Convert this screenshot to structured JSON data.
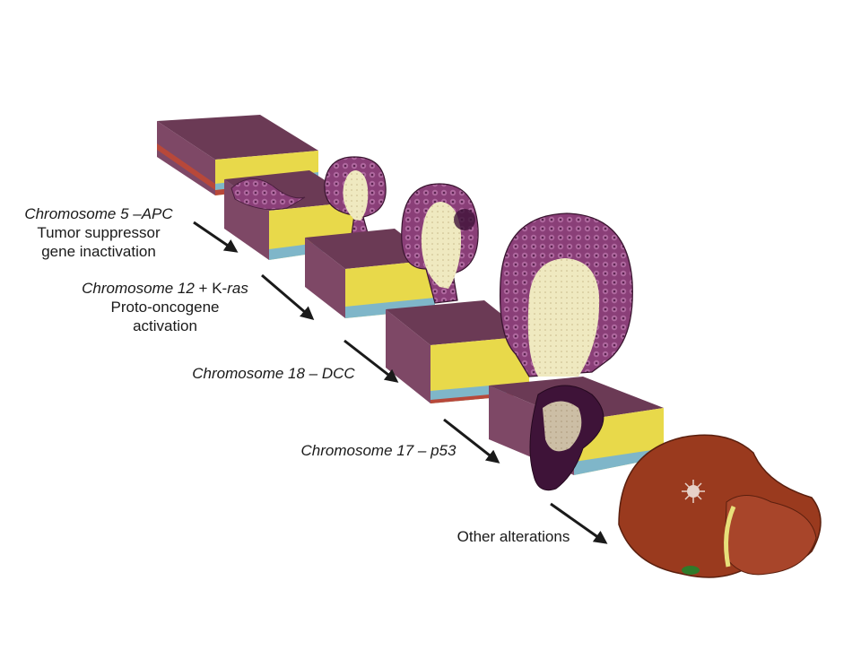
{
  "labels": {
    "step1": {
      "chromosome": "Chromosome 5",
      "sep": " –",
      "gene": "APC",
      "line2": "Tumor suppressor",
      "line3": "gene inactivation"
    },
    "step2": {
      "chromosome": "Chromosome 12",
      "sep": " + K-",
      "gene": "ras",
      "line2": "Proto-oncogene",
      "line3": "activation"
    },
    "step3": {
      "chromosome": "Chromosome 18",
      "sep": " – ",
      "gene": "DCC"
    },
    "step4": {
      "chromosome": "Chromosome 17",
      "sep": " – ",
      "gene": "p53"
    },
    "step5": {
      "text": "Other alterations"
    }
  },
  "colors": {
    "tissue_top": "#6b3a55",
    "tissue_side": "#7e4866",
    "tumor": "#8a3f78",
    "stroma": "#efe9c0",
    "muscle_yellow": "#e8d94a",
    "layer_blue": "#7fb6c9",
    "layer_red": "#b8483a",
    "liver": "#9a3a1e",
    "arrow": "#1a1a1a"
  }
}
